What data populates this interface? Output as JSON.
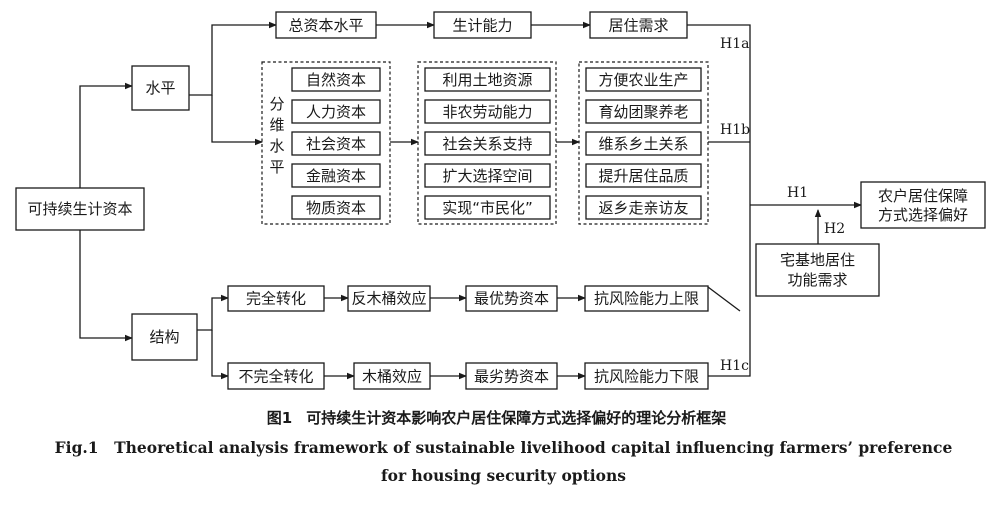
{
  "nodes": {
    "source": "可持续生计资本",
    "level": "水平",
    "structure": "结构",
    "total_capital": "总资本水平",
    "livelihood_ability": "生计能力",
    "housing_demand": "居住需求",
    "dim_label": "分维水平",
    "capitals": [
      "自然资本",
      "人力资本",
      "社会资本",
      "金融资本",
      "物质资本"
    ],
    "mechanisms": [
      "利用土地资源",
      "非农劳动能力",
      "社会关系支持",
      "扩大选择空间",
      "实现“市民化”"
    ],
    "needs": [
      "方便农业生产",
      "育幼团聚养老",
      "维系乡土关系",
      "提升居住品质",
      "返乡走亲访友"
    ],
    "full_conversion": "完全转化",
    "reverse_barrel": "反木桶效应",
    "best_capital": "最优势资本",
    "upper_limit": "抗风险能力上限",
    "partial_conversion": "不完全转化",
    "barrel": "木桶效应",
    "worst_capital": "最劣势资本",
    "lower_limit": "抗风险能力下限",
    "homestead": [
      "宅基地居住",
      "功能需求"
    ],
    "outcome": [
      "农户居住保障",
      "方式选择偏好"
    ]
  },
  "hypotheses": {
    "h1a": "H1a",
    "h1b": "H1b",
    "h1c": "H1c",
    "h1": "H1",
    "h2": "H2"
  },
  "caption": {
    "zh_label": "图1",
    "zh_text": "可持续生计资本影响农户居住保障方式选择偏好的理论分析框架",
    "en_line1": "Fig.1　Theoretical analysis framework of sustainable livelihood capital influencing farmers’ preference",
    "en_line2": "for housing security options"
  }
}
